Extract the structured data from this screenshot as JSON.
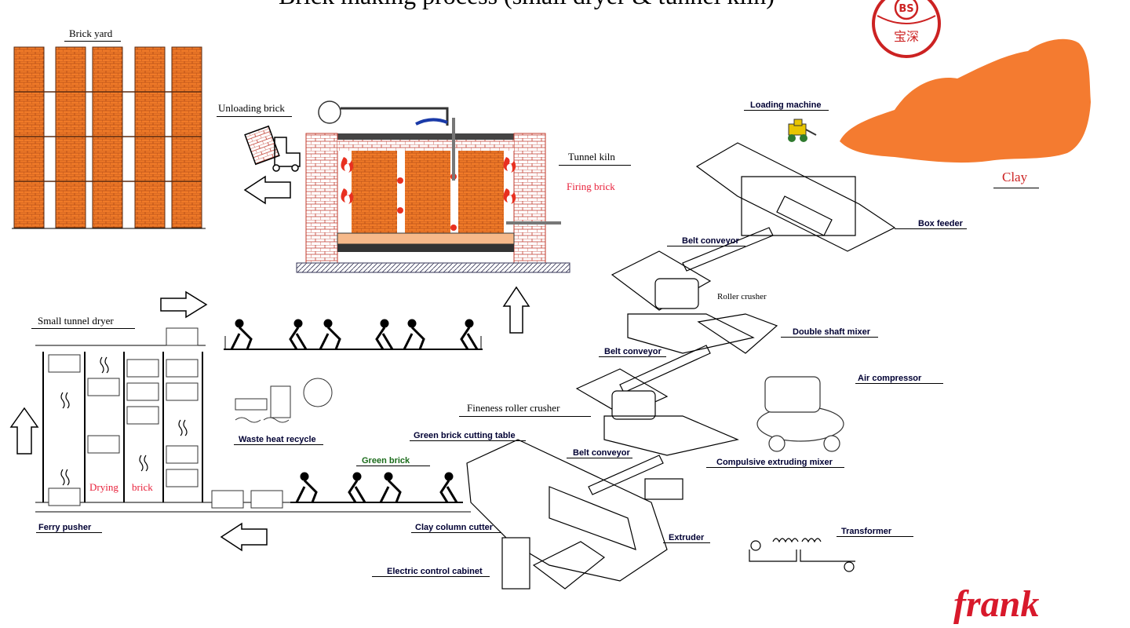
{
  "title": "Brick making process (small dryer & tunnel kiln)",
  "logo": {
    "text": "BS",
    "subtext": "宝深",
    "color": "#cc2222"
  },
  "signature": "frank",
  "colors": {
    "clay": "#f47b30",
    "brick": "#f07a28",
    "fire": "#e83020",
    "line": "#000000"
  },
  "labels": {
    "brick_yard": "Brick yard",
    "unloading_brick": "Unloading brick",
    "tunnel_kiln": "Tunnel kiln",
    "firing_brick": "Firing brick",
    "loading_machine": "Loading machine",
    "clay": "Clay",
    "box_feeder": "Box feeder",
    "belt_conveyor_1": "Belt conveyor",
    "roller_crusher": "Roller crusher",
    "double_shaft_mixer": "Double shaft mixer",
    "belt_conveyor_2": "Belt conveyor",
    "air_compressor": "Air compressor",
    "small_tunnel_dryer": "Small tunnel dryer",
    "waste_heat_recycle": "Waste heat recycle",
    "fineness_roller_crusher": "Fineness roller crusher",
    "green_brick_cutting_table": "Green brick cutting table",
    "belt_conveyor_3": "Belt conveyor",
    "compulsive_extruding_mixer": "Compulsive extruding mixer",
    "green_brick": "Green brick",
    "drying": "Drying",
    "brick": "brick",
    "ferry_pusher": "Ferry pusher",
    "clay_column_cutter": "Clay column cutter",
    "extruder": "Extruder",
    "transformer": "Transformer",
    "electric_control_cabinet": "Electric control cabinet"
  }
}
